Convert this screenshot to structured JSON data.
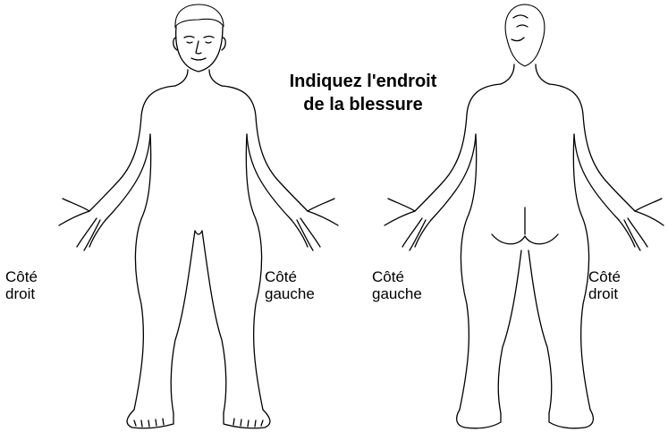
{
  "title": {
    "line1": "Indiquez l'endroit",
    "line2": "de la blessure"
  },
  "front_view": {
    "left_label": {
      "line1": "Côté",
      "line2": "droit"
    },
    "right_label": {
      "line1": "Côté",
      "line2": "gauche"
    }
  },
  "back_view": {
    "left_label": {
      "line1": "Côté",
      "line2": "gauche"
    },
    "right_label": {
      "line1": "Côté",
      "line2": "droit"
    }
  }
}
